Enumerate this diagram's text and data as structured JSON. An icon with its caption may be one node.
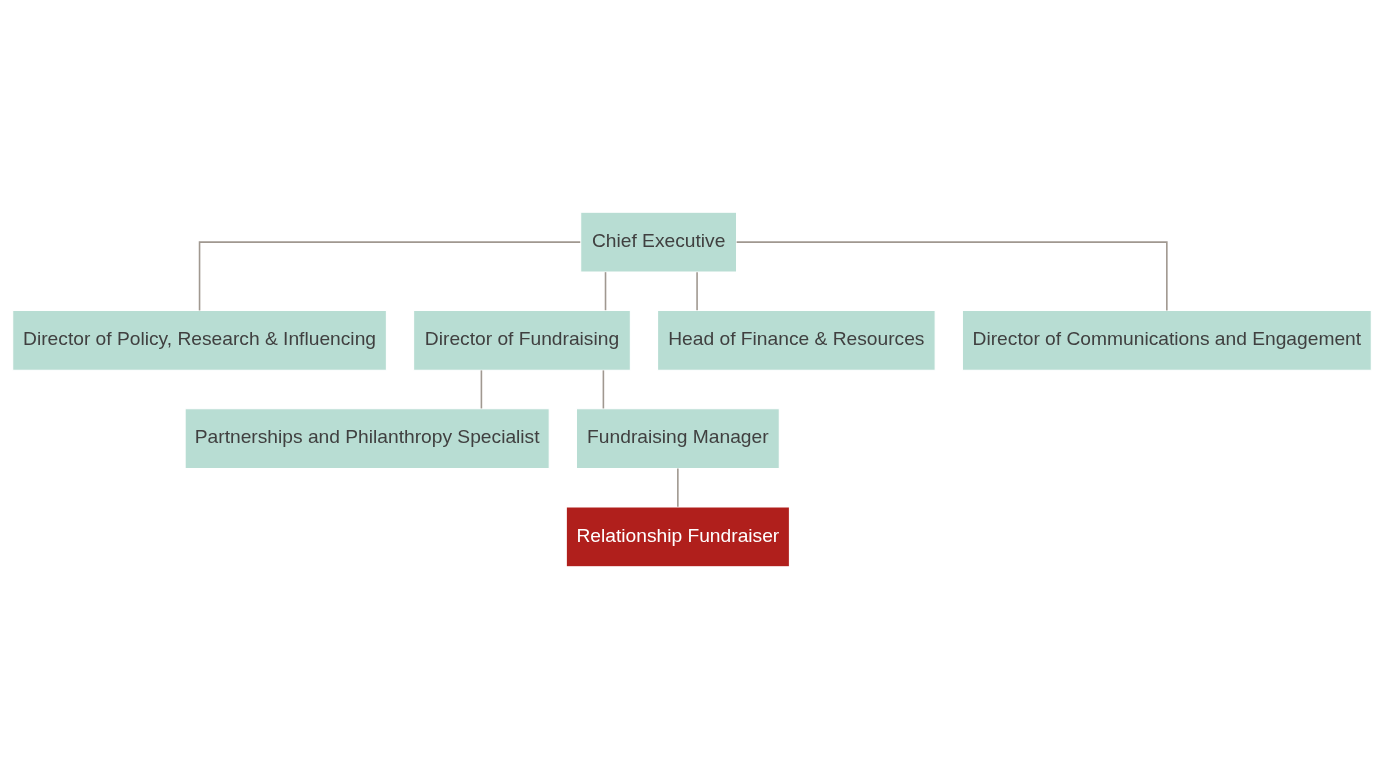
{
  "diagram": {
    "nodes": [
      {
        "text": [
          "Chief Executive"
        ]
      },
      {
        "text": [
          "Director of Policy, Research & Influencing"
        ]
      },
      {
        "text": [
          "Director of Fundraising"
        ]
      },
      {
        "text": [
          "Head of Finance & Resources"
        ]
      },
      {
        "text": [
          "Director of Communications and Engagement"
        ]
      },
      {
        "text": [
          "Partnerships and Philanthropy Specialist"
        ]
      },
      {
        "text": [
          "Fundraising Manager"
        ]
      },
      {
        "text": [
          "Relationship Fundraiser"
        ]
      }
    ],
    "edges": [
      {
        "from": 0,
        "to": 1,
        "arrow": "none"
      },
      {
        "from": 0,
        "to": 2,
        "arrow": "none"
      },
      {
        "from": 0,
        "to": 3,
        "arrow": "none"
      },
      {
        "from": 0,
        "to": 4,
        "arrow": "none"
      },
      {
        "from": 2,
        "to": 5,
        "arrow": "none"
      },
      {
        "from": 2,
        "to": 6,
        "arrow": "none"
      },
      {
        "from": 6,
        "to": 7,
        "arrow": "none"
      }
    ]
  }
}
